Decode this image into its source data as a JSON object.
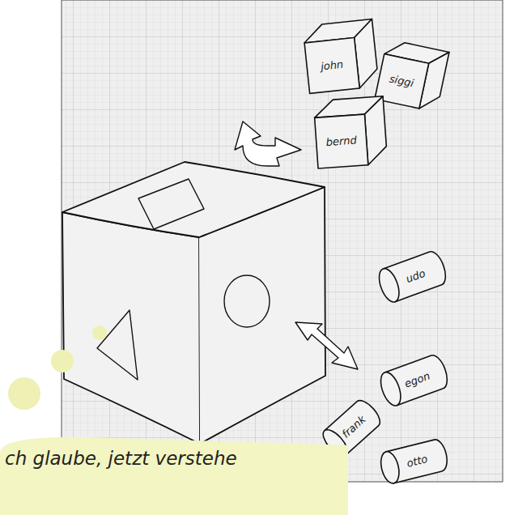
{
  "diagram": {
    "nodes": [
      {
        "text": [
          "john"
        ]
      },
      {
        "text": [
          "siggi"
        ]
      },
      {
        "text": [
          "bernd"
        ]
      },
      {
        "text": [
          "udo"
        ]
      },
      {
        "text": [
          "egon"
        ]
      },
      {
        "text": [
          "frank"
        ]
      },
      {
        "text": [
          "otto"
        ]
      },
      {
        "text": [
          "ch glaube, jetzt verstehe"
        ]
      }
    ]
  }
}
